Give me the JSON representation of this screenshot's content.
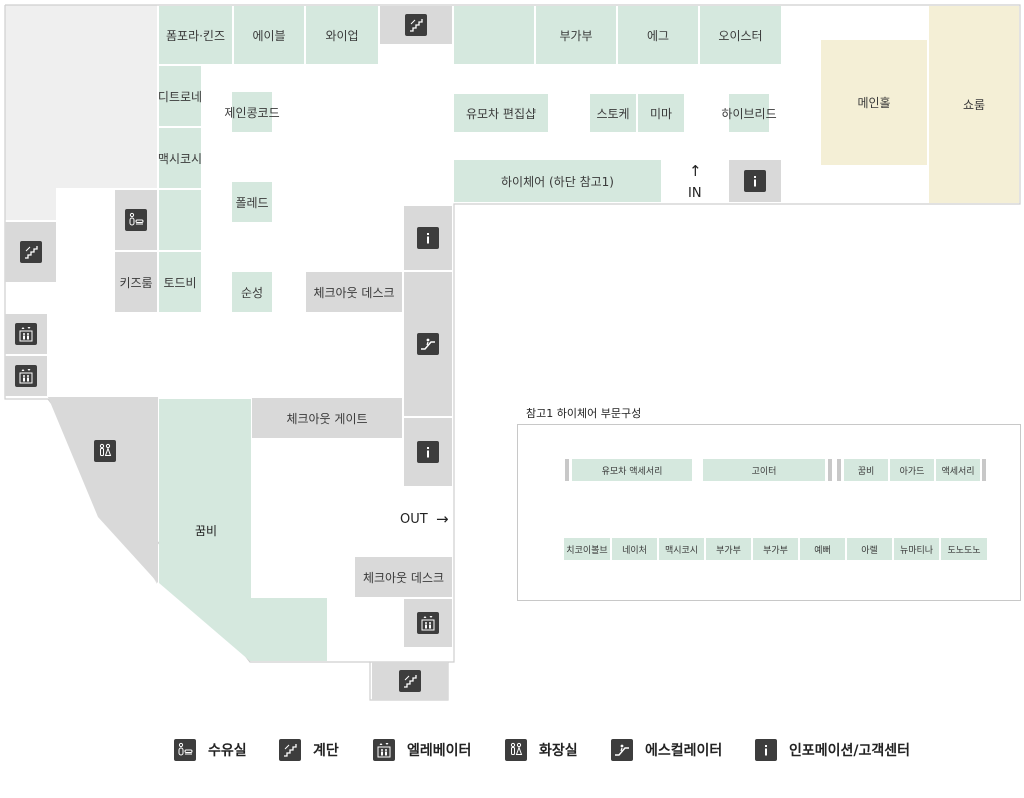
{
  "stores": {
    "pompora_kids": "폼포라·킨즈",
    "able": "에이블",
    "wyup": "와이업",
    "bugabu": "부가부",
    "ego": "에그",
    "oyster": "오이스터",
    "ditrone": "디트로네",
    "jeinkongkode": "제인콩코드",
    "maxicosi": "맥시코시",
    "polred": "폴레드",
    "todbi": "토드비",
    "sunsung": "순성",
    "yumocha_select": "유모차 편집샵",
    "stoke": "스토케",
    "mima": "미마",
    "hybrid": "하이브리드",
    "highchair": "하이체어 (하단 참고1)",
    "main_hall": "메인홀",
    "showroom": "쇼룸",
    "kkumbi": "꿈비"
  },
  "facilities": {
    "kids_room": "키즈룸",
    "checkout_desk_1": "체크아웃 데스크",
    "checkout_gate": "체크아웃 게이트",
    "checkout_desk_2": "체크아웃 데스크"
  },
  "markers": {
    "in_arrow": "↑",
    "in_label": "IN",
    "out_label": "OUT",
    "out_arrow": "→"
  },
  "reference": {
    "title": "참고1 하이체어 부문구성",
    "row1": [
      "유모차 액세서리",
      "고이터",
      "꿈비",
      "아가드",
      "액세서리"
    ],
    "row2": [
      "치코이볼브",
      "네이처",
      "맥시코시",
      "부가부",
      "부가부",
      "예뻐",
      "아렐",
      "뉴마티나",
      "도노도노"
    ]
  },
  "legend": [
    {
      "icon": "nursing-room-icon",
      "label": "수유실"
    },
    {
      "icon": "stairs-icon",
      "label": "계단"
    },
    {
      "icon": "elevator-icon",
      "label": "엘레베이터"
    },
    {
      "icon": "restroom-icon",
      "label": "화장실"
    },
    {
      "icon": "escalator-icon",
      "label": "에스컬레이터"
    },
    {
      "icon": "info-icon",
      "label": "인포메이션/고객센터"
    }
  ],
  "colors": {
    "store": "#d5e8de",
    "facility": "#d9d9d9",
    "hall": "#f4efd6",
    "icon": "#3d3d3d"
  }
}
